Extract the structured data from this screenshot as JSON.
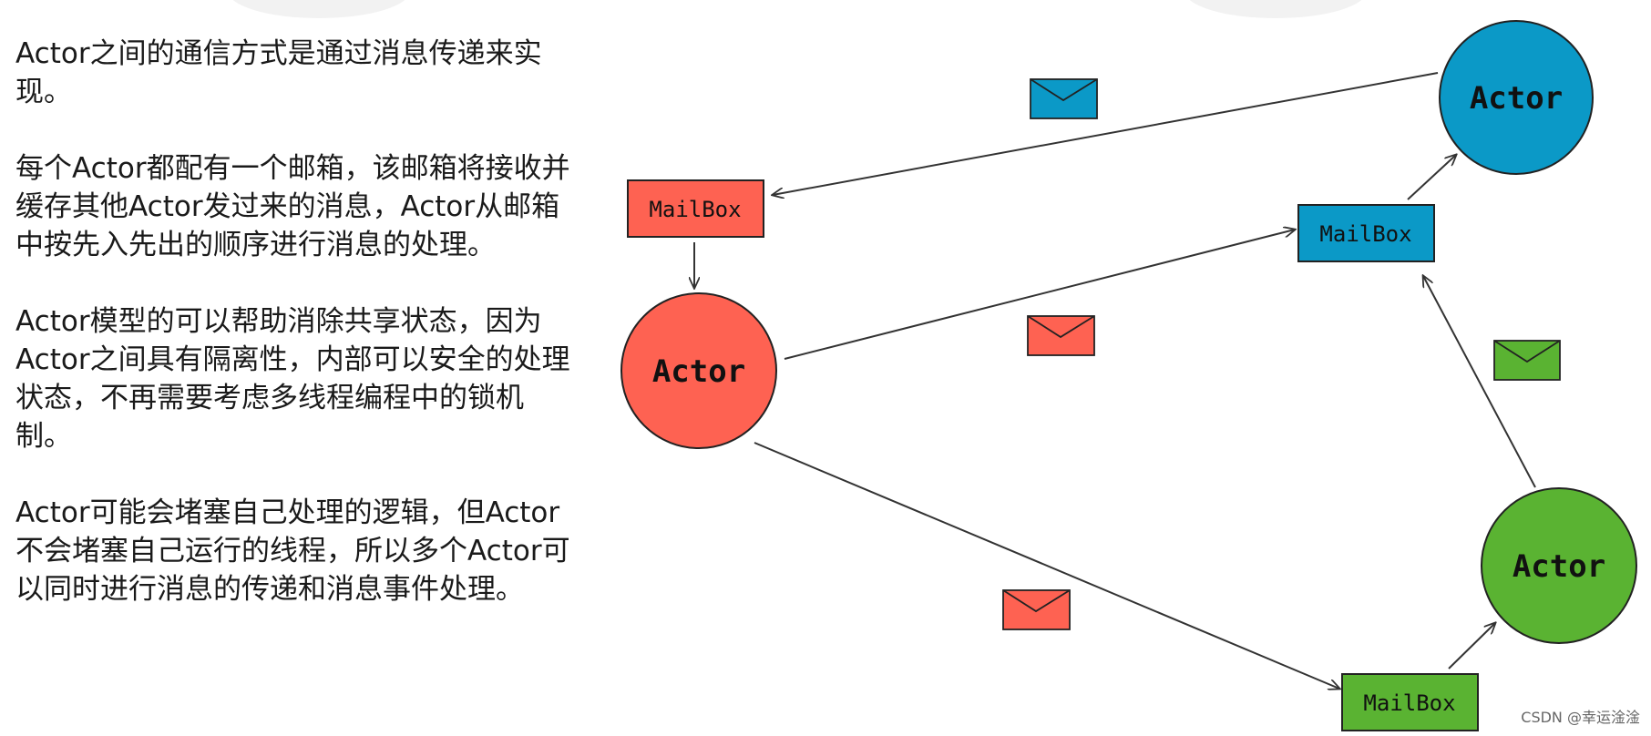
{
  "paragraphs": [
    "Actor之间的通信方式是通过消息传递来实现。",
    "每个Actor都配有一个邮箱，该邮箱将接收并缓存其他Actor发过来的消息，Actor从邮箱中按先入先出的顺序进行消息的处理。",
    "Actor模型的可以帮助消除共享状态，因为Actor之间具有隔离性，内部可以安全的处理状态，不再需要考虑多线程编程中的锁机制。",
    "Actor可能会堵塞自己处理的逻辑，但Actor不会堵塞自己运行的线程，所以多个Actor可以同时进行消息的传递和消息事件处理。"
  ],
  "diagram": {
    "actors": {
      "red": {
        "label": "Actor",
        "color": "#fe6252"
      },
      "blue": {
        "label": "Actor",
        "color": "#0b99c7"
      },
      "green": {
        "label": "Actor",
        "color": "#5ab332"
      }
    },
    "mailboxes": {
      "red": {
        "label": "MailBox",
        "color": "#fe6252"
      },
      "blue": {
        "label": "MailBox",
        "color": "#0b99c7"
      },
      "green": {
        "label": "MailBox",
        "color": "#5ab332"
      }
    },
    "envelope_colors": {
      "blue": "#0b99c7",
      "red": "#fe6252",
      "green": "#5ab332"
    },
    "stroke_color": "#333333"
  },
  "watermark": "CSDN @幸运淦淦"
}
